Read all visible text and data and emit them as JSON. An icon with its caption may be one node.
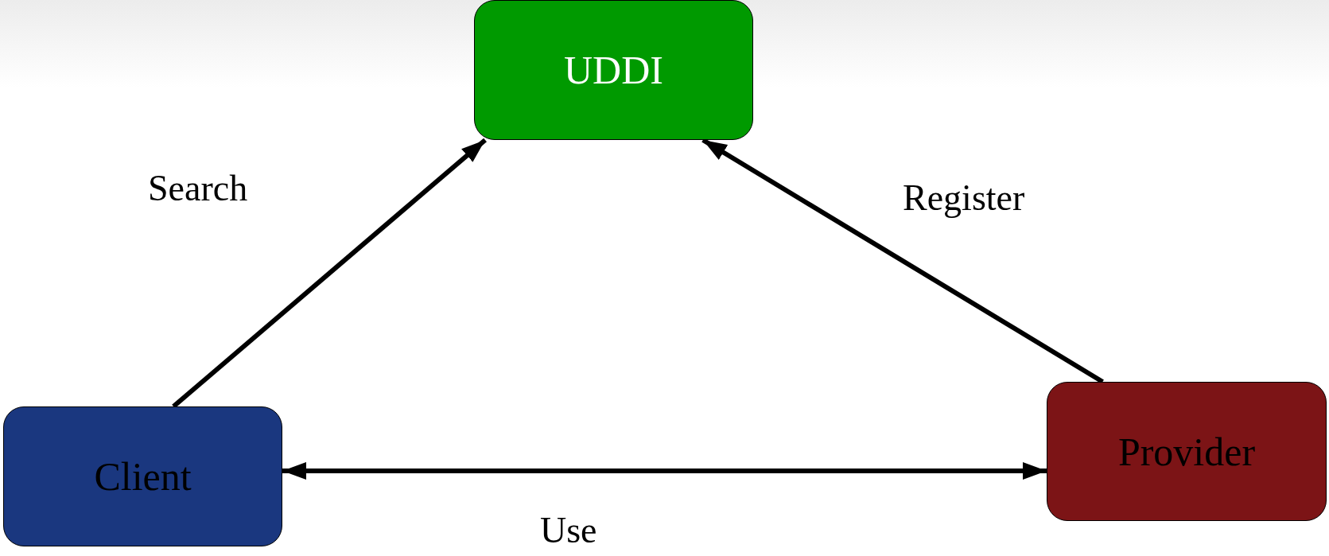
{
  "diagram": {
    "nodes": [
      {
        "text": [
          "UDDI"
        ]
      },
      {
        "text": [
          "Client"
        ]
      },
      {
        "text": [
          "Provider"
        ]
      }
    ],
    "edges": [
      {
        "from": 1,
        "to": 0,
        "arrow": "to",
        "label": "Search"
      },
      {
        "from": 2,
        "to": 0,
        "arrow": "to",
        "label": "Register"
      },
      {
        "from": 1,
        "to": 2,
        "arrow": "both",
        "label": "Use"
      }
    ]
  }
}
